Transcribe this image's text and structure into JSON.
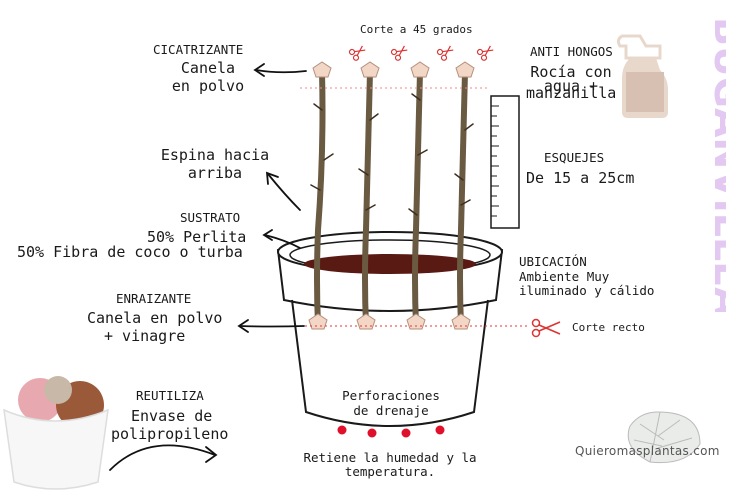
{
  "title": "BUGANVILLEA",
  "cut_top": "Corte a 45 grados",
  "cicatrizante": {
    "heading": "CICATRIZANTE",
    "line1": "Canela",
    "line2": "en polvo"
  },
  "espina": {
    "line1": "Espina hacia",
    "line2": "arriba"
  },
  "sustrato": {
    "heading": "SUSTRATO",
    "line1": "50% Perlita",
    "line2": "50% Fibra de coco o turba"
  },
  "enraizante": {
    "heading": "ENRAIZANTE",
    "line1": "Canela en polvo",
    "line2": "+ vinagre"
  },
  "reutiliza": {
    "heading": "REUTILIZA",
    "line1": "Envase de",
    "line2": "polipropileno"
  },
  "anti_hongos": {
    "heading": "ANTI HONGOS",
    "line1": "Rocía con",
    "line2": "agua +",
    "line3": "manzanilla"
  },
  "esquejes": {
    "heading": "ESQUEJES",
    "line1": "De 15 a 25cm"
  },
  "ubicacion": {
    "heading": "UBICACIÓN",
    "line1": "Ambiente Muy",
    "line2": "iluminado y cálido"
  },
  "corte_recto": "Corte recto",
  "perforaciones": {
    "line1": "Perforaciones",
    "line2": "de drenaje"
  },
  "retiene": {
    "line1": "Retiene la humedad y la",
    "line2": "temperatura."
  },
  "watermark": "Quieromasplantas.com",
  "colors": {
    "title": "#e3c8f2",
    "stem": "#7a6a50",
    "soil": "#5a1a14",
    "drain": "#e0102a",
    "bottle": "#e8d8cc",
    "arrow": "#111111"
  }
}
